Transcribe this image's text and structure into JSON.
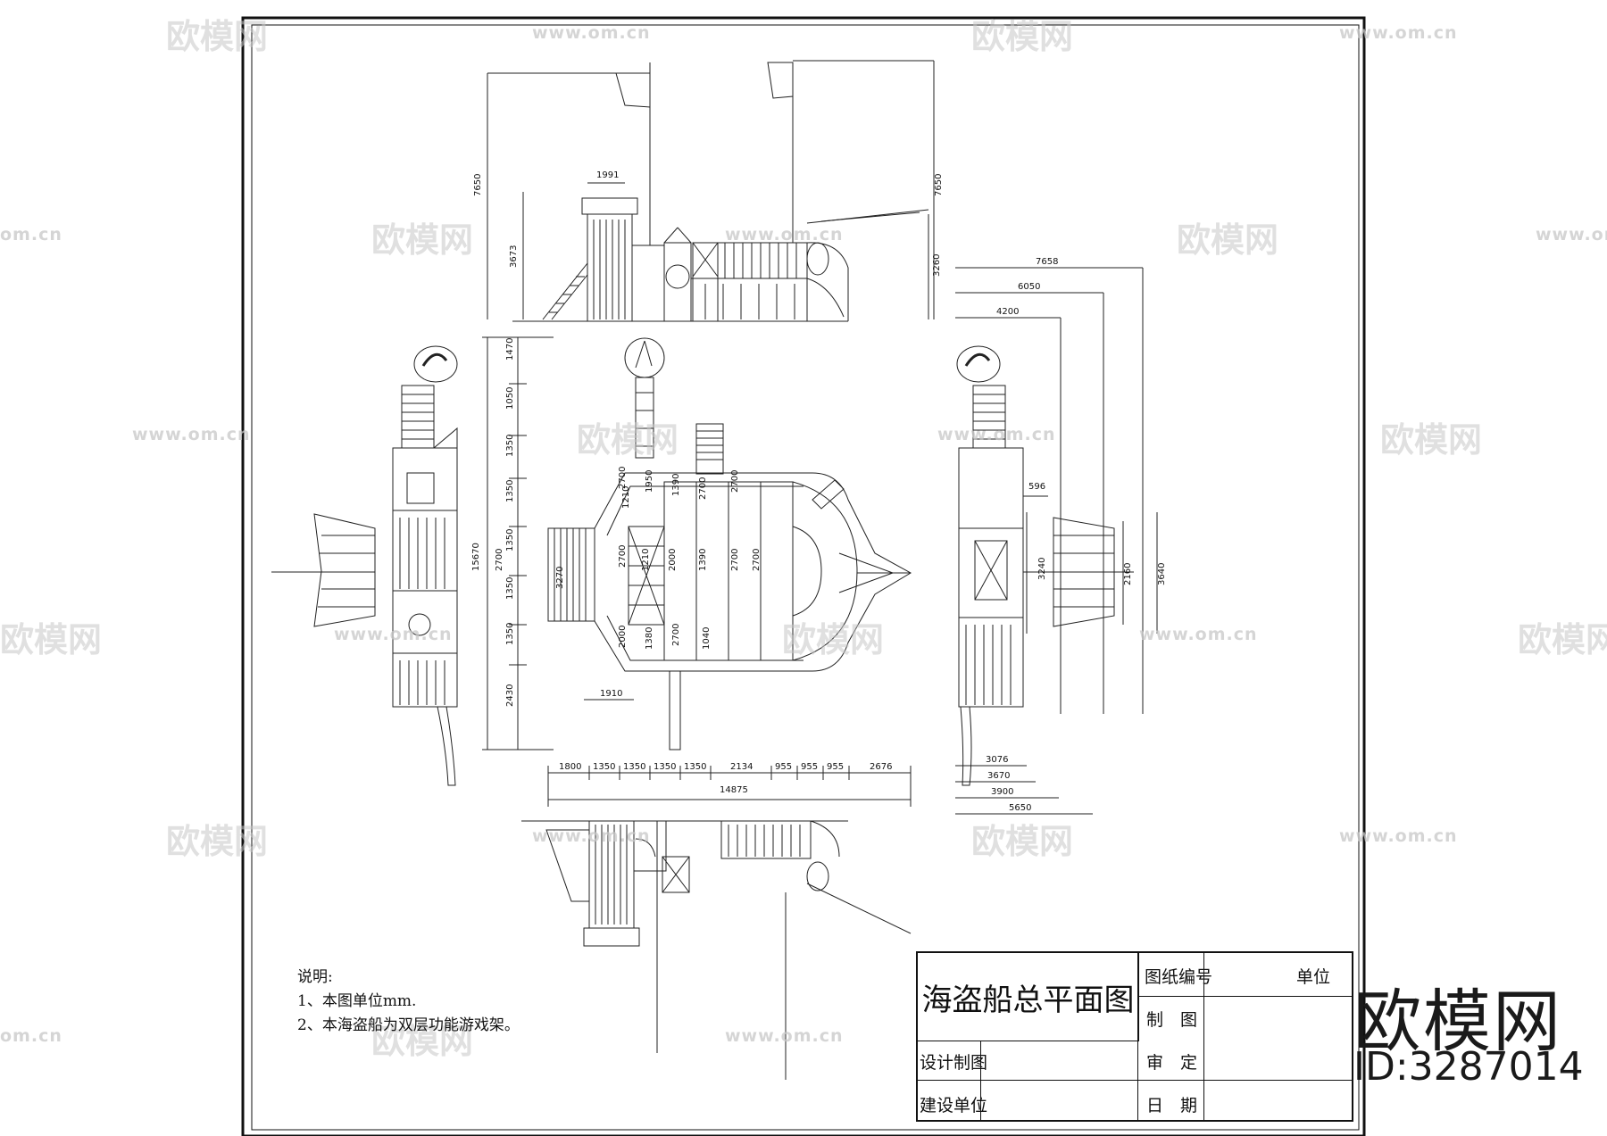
{
  "title_block": {
    "title": "海盗船总平面图",
    "drawing_no_label": "图纸编号",
    "unit_label": "单位",
    "drawn_label": "制　图",
    "design_label": "设计制图",
    "review_label": "审　定",
    "client_label": "建设单位",
    "date_label": "日　期"
  },
  "notes": {
    "heading": "说明:",
    "line1": "1、本图单位mm.",
    "line2": "2、本海盗船为双层功能游戏架。"
  },
  "brand": {
    "name": "欧模网",
    "id": "ID:3287014"
  },
  "watermark": {
    "text": "欧模网",
    "url": "www.om.cn",
    "url_short": "om.cn"
  },
  "dimensions": {
    "front_width_top": "1991",
    "front_height_a": "7650",
    "front_height_b": "3673",
    "front_height_c": "7650",
    "front_height_d": "3260",
    "plan_left_stack": [
      "1470",
      "1050",
      "1350",
      "1350",
      "1350",
      "1350",
      "1350",
      "2430"
    ],
    "plan_left_total_a": "15670",
    "plan_left_total_b": "2700",
    "plan_bottom_row": [
      "1800",
      "1350",
      "1350",
      "1350",
      "1350",
      "2134",
      "955",
      "955",
      "955",
      "2676"
    ],
    "plan_bottom_total": "14875",
    "plan_sub_1910": "1910",
    "plan_inner_3270": "3270",
    "plan_internal": [
      "2700",
      "1210",
      "1950",
      "1390",
      "2700",
      "2700",
      "2700",
      "1210",
      "2000",
      "1390",
      "2700",
      "2700",
      "2000",
      "1380",
      "2700",
      "1040"
    ],
    "side_top": [
      "7658",
      "6050",
      "4200"
    ],
    "side_596": "596",
    "side_3240": "3240",
    "side_2160": "2160",
    "side_3640": "3640",
    "side_bottom": [
      "3076",
      "3670",
      "3900",
      "5650"
    ]
  },
  "colors": {
    "line": "#111111",
    "watermark": "#c8c8c8"
  }
}
